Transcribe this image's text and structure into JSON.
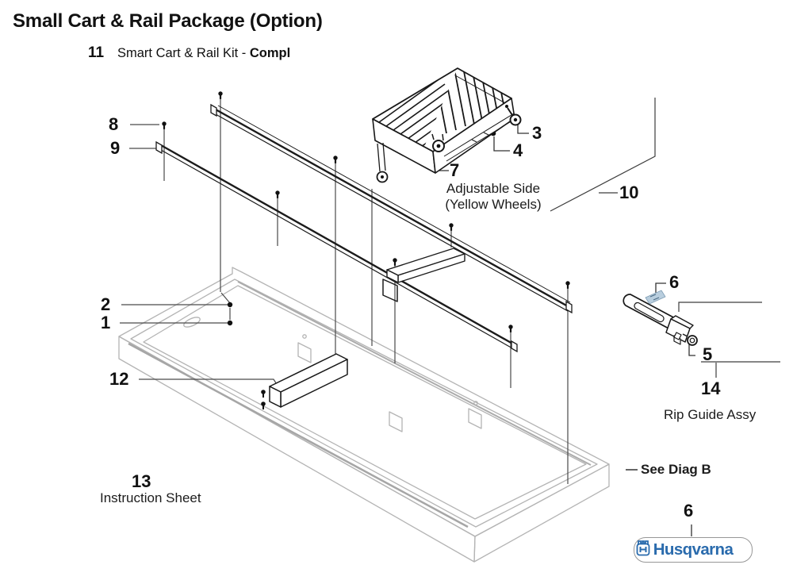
{
  "title": "Small Cart & Rail Package (Option)",
  "kit": {
    "number": "11",
    "name": "Smart Cart & Rail Kit - ",
    "variant": "Compl"
  },
  "callouts": {
    "n1": "1",
    "n2": "2",
    "n3": "3",
    "n4": "4",
    "n5": "5",
    "n6_rip_guide": "6",
    "n6_logo": "6",
    "n7": "7",
    "n8": "8",
    "n9": "9",
    "n10": "10",
    "n12": "12",
    "n13": "13",
    "n14": "14"
  },
  "labels": {
    "adjustable_side_line1": "Adjustable Side",
    "adjustable_side_line2": "(Yellow Wheels)",
    "rip_guide": "Rip Guide Assy",
    "instruction_sheet": "Instruction Sheet",
    "see_diag": "See Diag B"
  },
  "logo": {
    "brand": "Husqvarna"
  },
  "colors": {
    "brand_blue": "#2a6bad",
    "sticker_blue": "#b9cede",
    "drawing_black": "#1a1a1a",
    "bed_gray": "#b4b4b4"
  }
}
